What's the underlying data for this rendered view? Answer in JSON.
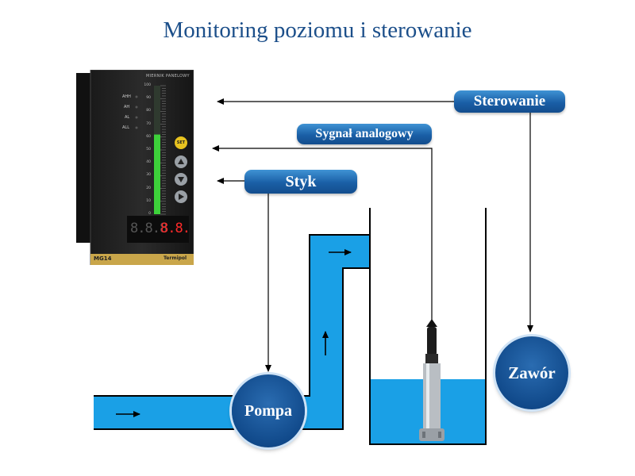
{
  "title": "Monitoring poziomu i sterowanie",
  "labels": {
    "sterowanie": "Sterowanie",
    "sygnal": "Sygnał analogowy",
    "styk": "Styk",
    "pompa": "Pompa",
    "zawor": "Zawór"
  },
  "device": {
    "header": "MIERNIK PANELOWY",
    "alarms": [
      "AHH",
      "AH",
      "AL",
      "ALL"
    ],
    "scale": [
      "100",
      "90",
      "80",
      "70",
      "60",
      "50",
      "40",
      "30",
      "20",
      "10",
      "0"
    ],
    "set_label": "SET",
    "model": "MG14",
    "brand": "Termipol",
    "display_left": "8.8.8",
    "display_right": "8.8.",
    "bar_level_percent": 62
  },
  "colors": {
    "title": "#1c4f8a",
    "water": "#1aa0e6",
    "pill": "#1a5fa6",
    "circle": "#114a8b",
    "bar_green": "#3dd13a",
    "display_red": "#ff2a2a",
    "set_yellow": "#e7c21f"
  },
  "icons": [
    "arrow-right-icon",
    "arrow-left-icon",
    "arrow-down-icon",
    "arrow-up-icon",
    "up-triangle-icon",
    "down-triangle-icon",
    "right-triangle-icon"
  ]
}
